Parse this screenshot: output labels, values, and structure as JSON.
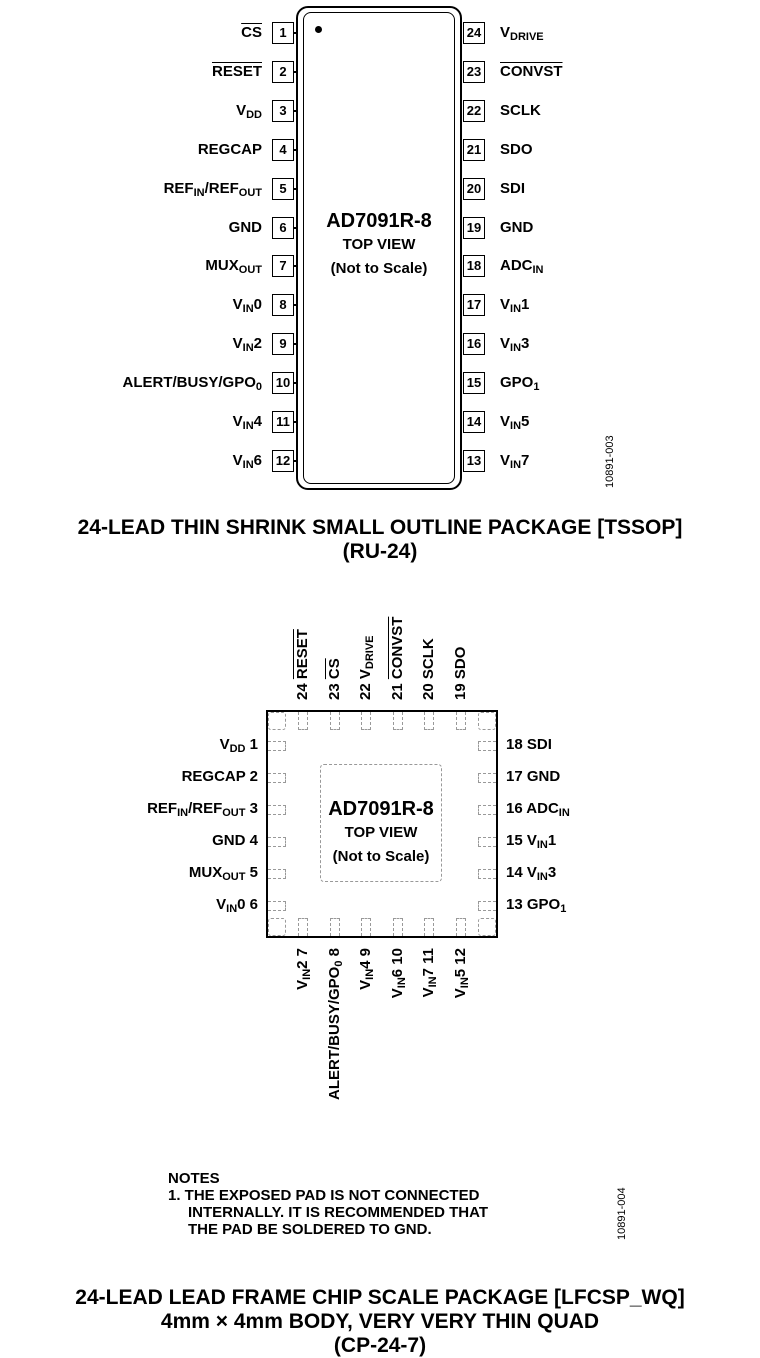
{
  "tssop": {
    "chip_name": "AD7091R-8",
    "top_view": "TOP VIEW",
    "not_to_scale": "(Not to Scale)",
    "left_pins": [
      {
        "num": "1",
        "name": "CS",
        "overline": true
      },
      {
        "num": "2",
        "name": "RESET",
        "overline": true
      },
      {
        "num": "3",
        "html": "V<sub>DD</sub>"
      },
      {
        "num": "4",
        "name": "REGCAP"
      },
      {
        "num": "5",
        "html": "REF<sub>IN</sub>/REF<sub>OUT</sub>"
      },
      {
        "num": "6",
        "name": "GND"
      },
      {
        "num": "7",
        "html": "MUX<sub>OUT</sub>"
      },
      {
        "num": "8",
        "html": "V<sub>IN</sub>0"
      },
      {
        "num": "9",
        "html": "V<sub>IN</sub>2"
      },
      {
        "num": "10",
        "html": "ALERT/BUSY/GPO<sub>0</sub>"
      },
      {
        "num": "11",
        "html": "V<sub>IN</sub>4"
      },
      {
        "num": "12",
        "html": "V<sub>IN</sub>6"
      }
    ],
    "right_pins": [
      {
        "num": "24",
        "html": "V<sub>DRIVE</sub>"
      },
      {
        "num": "23",
        "name": "CONVST",
        "overline": true
      },
      {
        "num": "22",
        "name": "SCLK"
      },
      {
        "num": "21",
        "name": "SDO"
      },
      {
        "num": "20",
        "name": "SDI"
      },
      {
        "num": "19",
        "name": "GND"
      },
      {
        "num": "18",
        "html": "ADC<sub>IN</sub>"
      },
      {
        "num": "17",
        "html": "V<sub>IN</sub>1"
      },
      {
        "num": "16",
        "html": "V<sub>IN</sub>3"
      },
      {
        "num": "15",
        "html": "GPO<sub>1</sub>"
      },
      {
        "num": "14",
        "html": "V<sub>IN</sub>5"
      },
      {
        "num": "13",
        "html": "V<sub>IN</sub>7"
      }
    ],
    "figure_code": "10891-003",
    "title_line1": "24-LEAD THIN SHRINK SMALL OUTLINE PACKAGE [TSSOP]",
    "title_line2": "(RU-24)"
  },
  "lfcsp": {
    "chip_name": "AD7091R-8",
    "top_view": "TOP VIEW",
    "not_to_scale": "(Not to Scale)",
    "top_pins": [
      {
        "num": "24",
        "name": "RESET",
        "overline": true
      },
      {
        "num": "23",
        "name": "CS",
        "overline": true
      },
      {
        "num": "22",
        "html": "V<sub>DRIVE</sub>"
      },
      {
        "num": "21",
        "name": "CONVST",
        "overline": true
      },
      {
        "num": "20",
        "name": "SCLK"
      },
      {
        "num": "19",
        "name": "SDO"
      }
    ],
    "left_pins": [
      {
        "num": "1",
        "html": "V<sub>DD</sub>"
      },
      {
        "num": "2",
        "name": "REGCAP"
      },
      {
        "num": "3",
        "html": "REF<sub>IN</sub>/REF<sub>OUT</sub>"
      },
      {
        "num": "4",
        "name": "GND"
      },
      {
        "num": "5",
        "html": "MUX<sub>OUT</sub>"
      },
      {
        "num": "6",
        "html": "V<sub>IN</sub>0"
      }
    ],
    "right_pins": [
      {
        "num": "18",
        "name": "SDI"
      },
      {
        "num": "17",
        "name": "GND"
      },
      {
        "num": "16",
        "html": "ADC<sub>IN</sub>"
      },
      {
        "num": "15",
        "html": "V<sub>IN</sub>1"
      },
      {
        "num": "14",
        "html": "V<sub>IN</sub>3"
      },
      {
        "num": "13",
        "html": "GPO<sub>1</sub>"
      }
    ],
    "bottom_pins": [
      {
        "num": "7",
        "html": "V<sub>IN</sub>2"
      },
      {
        "num": "8",
        "html": "ALERT/BUSY/GPO<sub>0</sub>"
      },
      {
        "num": "9",
        "html": "V<sub>IN</sub>4"
      },
      {
        "num": "10",
        "html": "V<sub>IN</sub>6"
      },
      {
        "num": "11",
        "html": "V<sub>IN</sub>7"
      },
      {
        "num": "12",
        "html": "V<sub>IN</sub>5"
      }
    ],
    "notes_heading": "NOTES",
    "notes_lines": [
      "1. THE EXPOSED PAD IS NOT CONNECTED",
      "INTERNALLY. IT IS RECOMMENDED THAT",
      "THE PAD BE SOLDERED TO GND."
    ],
    "figure_code": "10891-004",
    "title_line1": "24-LEAD LEAD FRAME CHIP SCALE PACKAGE [LFCSP_WQ]",
    "title_line2": "4mm × 4mm BODY, VERY VERY THIN QUAD",
    "title_line3": "(CP-24-7)"
  }
}
